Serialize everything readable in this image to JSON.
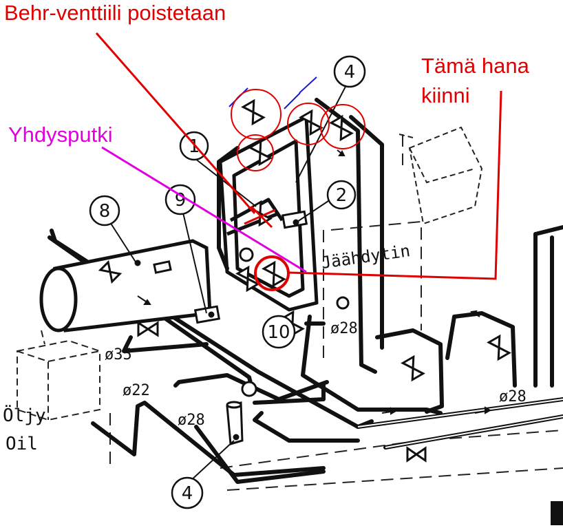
{
  "annotations": {
    "behr_title": "Behr-venttiili poistetaan",
    "hana_line1": "Tämä hana",
    "hana_line2": "kiinni",
    "yhdysputki": "Yhdysputki"
  },
  "labels": {
    "jaahdytin": "Jäähdytin",
    "oljy": "Öljy",
    "oil": "Oil",
    "d28a": "ø28",
    "d28b": "ø28",
    "d28c": "ø28",
    "d35": "ø35",
    "d22": "ø22"
  },
  "callouts": {
    "c1": "1",
    "c2": "2",
    "c4_top": "4",
    "c4_bottom": "4",
    "c8": "8",
    "c9": "9",
    "c10": "10"
  },
  "colors": {
    "annotation_red": "#e00000",
    "annotation_magenta": "#e000e0",
    "annotation_blue": "#1a1ad6",
    "ink": "#111111"
  }
}
